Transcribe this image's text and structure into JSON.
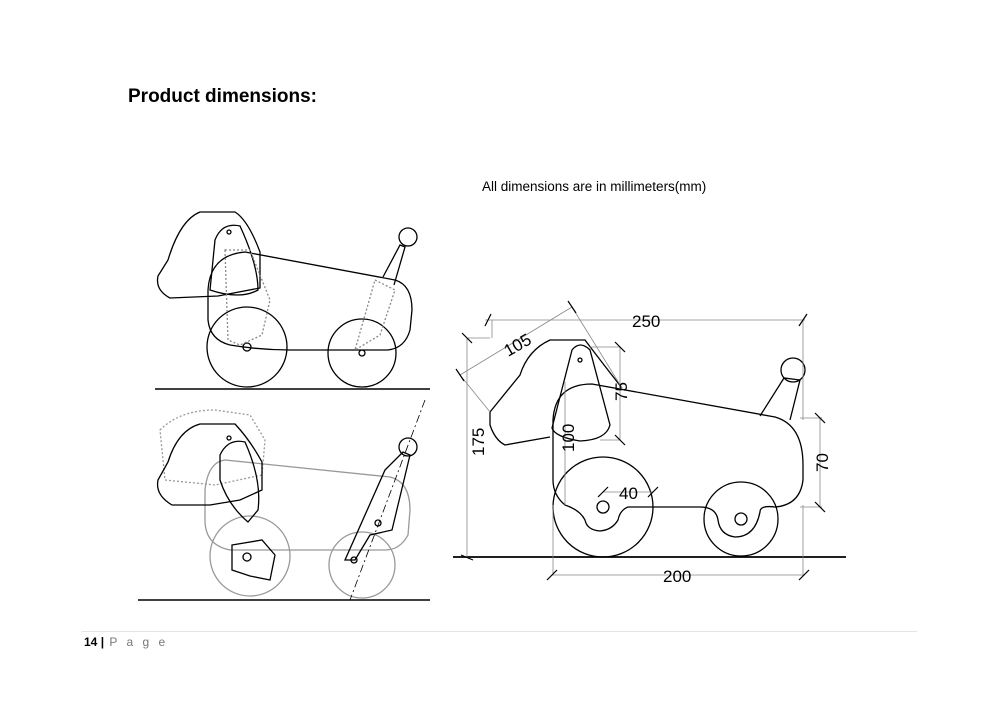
{
  "heading": "Product dimensions:",
  "note": "All dimensions are in millimeters(mm)",
  "dimensions": {
    "overall_length": "250",
    "head_diagonal": "105",
    "overall_height": "175",
    "ear_height": "75",
    "head_height": "100",
    "body_height": "70",
    "wheel_offset": "40",
    "wheelbase": "200"
  },
  "footer": {
    "page_number": "14",
    "separator": "|",
    "page_label": "P a g e"
  }
}
